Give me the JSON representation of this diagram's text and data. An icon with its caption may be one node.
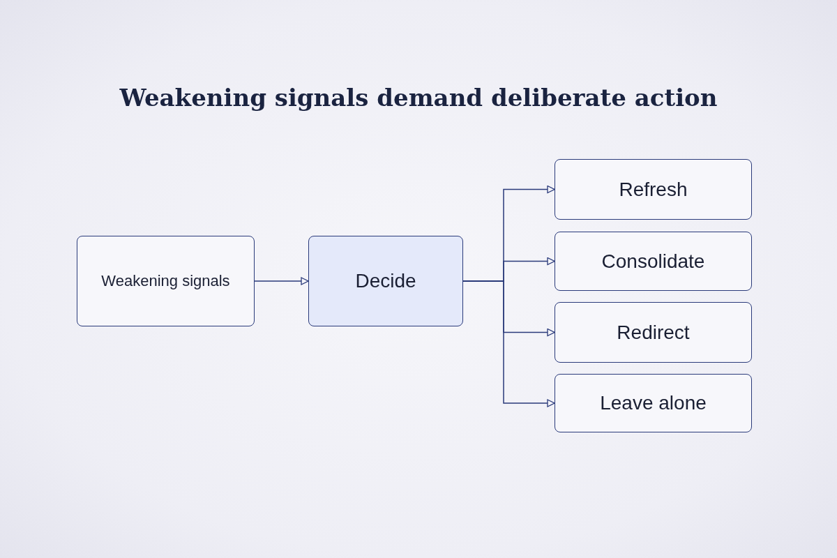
{
  "diagram": {
    "title": "Weakening signals demand deliberate action",
    "nodes": [
      {
        "text": [
          "Weakening signals"
        ]
      },
      {
        "text": [
          "Decide"
        ]
      },
      {
        "text": [
          "Refresh"
        ]
      },
      {
        "text": [
          "Consolidate"
        ]
      },
      {
        "text": [
          "Redirect"
        ]
      },
      {
        "text": [
          "Leave alone"
        ]
      }
    ],
    "edges": [
      {
        "from": 0,
        "to": 1,
        "arrow": "to"
      },
      {
        "from": 1,
        "to": 2,
        "arrow": "to"
      },
      {
        "from": 1,
        "to": 3,
        "arrow": "to"
      },
      {
        "from": 1,
        "to": 4,
        "arrow": "to"
      },
      {
        "from": 1,
        "to": 5,
        "arrow": "to"
      }
    ]
  }
}
